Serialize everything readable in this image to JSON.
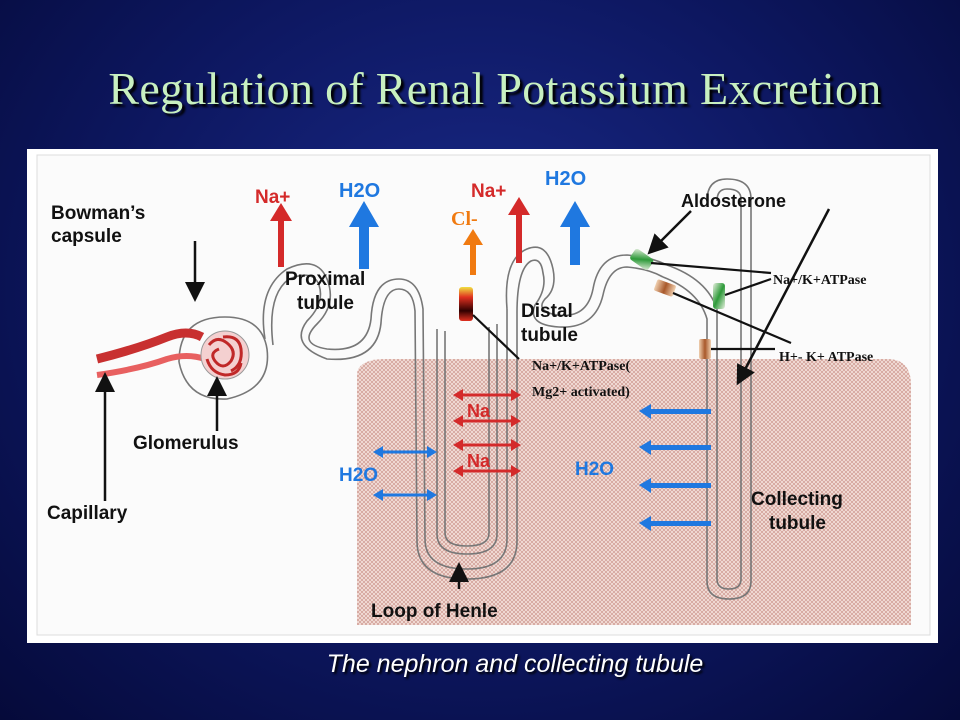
{
  "title": "Regulation of Renal Potassium Excretion",
  "caption": "The nephron and collecting tubule",
  "figure": {
    "labels": {
      "bowmans_line1": "Bowman’s",
      "bowmans_line2": "capsule",
      "glomerulus": "Glomerulus",
      "capillary": "Capillary",
      "proximal_line1": "Proximal",
      "proximal_line2": "tubule",
      "distal_line1": "Distal",
      "distal_line2": "tubule",
      "loop": "Loop of Henle",
      "aldosterone": "Aldosterone",
      "collecting_line1": "Collecting",
      "collecting_line2": "tubule",
      "na_plus_1": "Na+",
      "h2o_1": "H2O",
      "na_plus_2": "Na+",
      "h2o_2": "H2O",
      "cl_minus": "Cl-",
      "na_loop_1": "Na",
      "na_loop_2": "Na",
      "h2o_loop_left": "H2O",
      "h2o_loop_right": "H2O"
    },
    "enzymes": {
      "nak_mg_line1": "Na+/K+ATPase(",
      "nak_mg_line2": "Mg2+ activated)",
      "nak_atpase": "Na+/K+ATPase",
      "hk_atpase": "H+- K+ ATPase"
    },
    "colors": {
      "red_arrow": "#d42a2a",
      "blue_arrow": "#1f78e0",
      "orange_arrow": "#f07a10",
      "interstitium": "#e8c4bc",
      "green_pump": "#2e9a3a",
      "brown_pump": "#a8582a"
    }
  }
}
